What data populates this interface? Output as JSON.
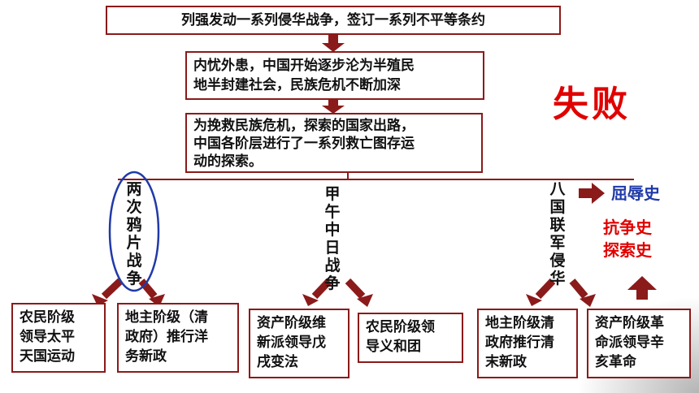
{
  "boxes": {
    "top": "列强发动一系列侵华战争，签订一系列不平等条约",
    "mid": "内忧外患，中国开始逐步沦为半殖民\n地半封建社会，民族危机不断加深",
    "low": "为挽救民族危机，探索的国家出路，\n中国各阶层进行了一系列救亡图存运\n动的探索。"
  },
  "branches": {
    "opium": "两次鸦片战争",
    "sino_japanese": "甲午中日战争",
    "eight_nation": "八国联军侵华"
  },
  "outcomes": {
    "b1": "农民阶级\n领导太平\n天国运动",
    "b2": "地主阶级（清\n政府）推行洋\n务新政",
    "b3": "资产阶级维\n新派领导戊\n戌变法",
    "b4": "农民阶级领\n导义和团",
    "b5": "地主阶级清\n政府推行清\n末新政",
    "b6": "资产阶级革\n命派领导辛\n亥革命"
  },
  "labels": {
    "failure": "失败",
    "humiliation": "屈辱史",
    "struggle": "抗争史\n探索史"
  },
  "colors": {
    "accent_red": "#e00000",
    "arrow": "#8b1a1a",
    "blue": "#1f3aa8"
  }
}
